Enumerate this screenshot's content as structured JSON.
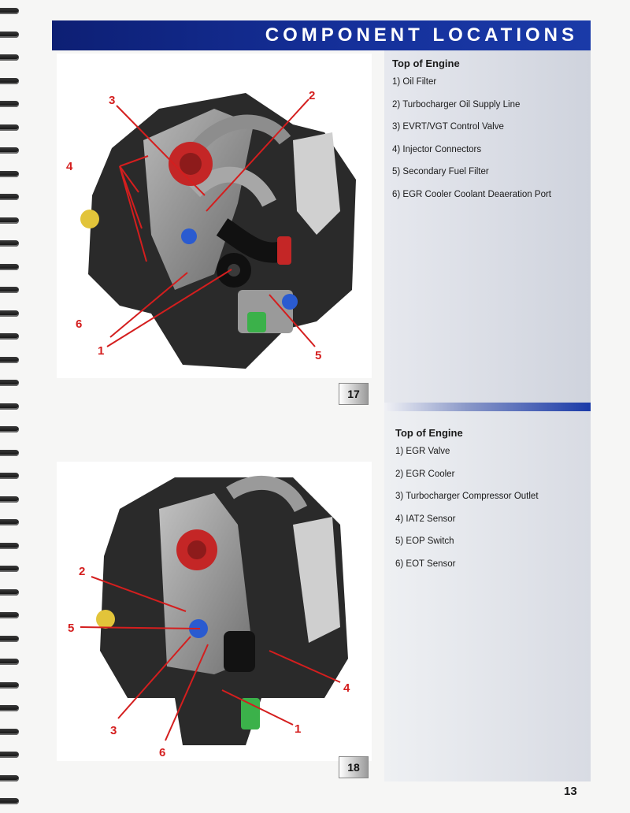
{
  "header": {
    "title": "COMPONENT LOCATIONS"
  },
  "figures": [
    {
      "number": "17",
      "list_title": "Top of Engine",
      "items": [
        "1) Oil Filter",
        "2) Turbocharger Oil Supply Line",
        "3) EVRT/VGT Control Valve",
        "4) Injector Connectors",
        "5) Secondary Fuel Filter",
        "6) EGR Cooler Coolant Deaeration Port"
      ],
      "callouts": [
        "1",
        "2",
        "3",
        "4",
        "5",
        "6"
      ]
    },
    {
      "number": "18",
      "list_title": "Top of Engine",
      "items": [
        "1) EGR Valve",
        "2) EGR Cooler",
        "3) Turbocharger Compressor Outlet",
        "4) IAT2 Sensor",
        "5) EOP Switch",
        "6) EOT Sensor"
      ],
      "callouts": [
        "1",
        "2",
        "3",
        "4",
        "5",
        "6"
      ]
    }
  ],
  "page_number": "13",
  "colors": {
    "header_blue": "#15309a",
    "callout_red": "#d41e1e"
  }
}
